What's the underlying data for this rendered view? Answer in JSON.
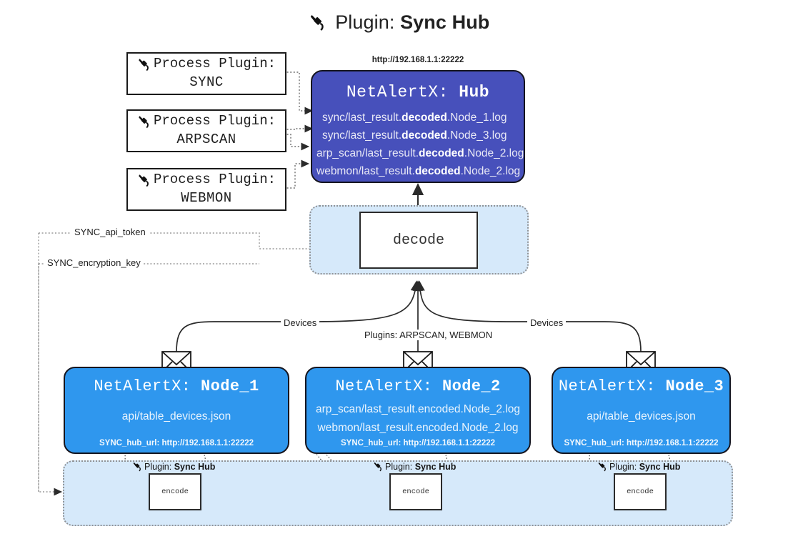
{
  "page": {
    "title_prefix": "Plugin:",
    "title_main": "Sync Hub",
    "plug_icon": "plug-icon"
  },
  "process_plugins": [
    {
      "line1": "Process Plugin:",
      "line2": "SYNC"
    },
    {
      "line1": "Process Plugin:",
      "line2": "ARPSCAN"
    },
    {
      "line1": "Process Plugin:",
      "line2": "WEBMON"
    }
  ],
  "hub": {
    "url_caption": "http://192.168.1.1:22222",
    "title_prefix": "NetAlertX:",
    "title_name": "Hub",
    "rows": [
      {
        "pre": "sync/last_result.",
        "mid": "decoded",
        "post": ".Node_1.log"
      },
      {
        "pre": "sync/last_result.",
        "mid": "decoded",
        "post": ".Node_3.log"
      },
      {
        "pre": "arp_scan/last_result.",
        "mid": "decoded",
        "post": ".Node_2.log"
      },
      {
        "pre": "webmon/last_result.",
        "mid": "decoded",
        "post": ".Node_2.log"
      }
    ]
  },
  "decode_area": {
    "box_label": "decode"
  },
  "secrets": [
    {
      "label": "SYNC_api_token"
    },
    {
      "label": "SYNC_encryption_key"
    }
  ],
  "edge_labels": {
    "devices_left": "Devices",
    "devices_right": "Devices",
    "plugins_middle": "Plugins: ARPSCAN, WEBMON"
  },
  "nodes": [
    {
      "title_prefix": "NetAlertX:",
      "title_name": "Node_1",
      "lines": [
        "api/table_devices.json"
      ],
      "hub_url": "SYNC_hub_url: http://192.168.1.1:22222",
      "envelope_icon": "envelope-icon"
    },
    {
      "title_prefix": "NetAlertX:",
      "title_name": "Node_2",
      "lines": [
        "arp_scan/last_result.encoded.Node_2.log",
        "webmon/last_result.encoded.Node_2.log"
      ],
      "hub_url": "SYNC_hub_url: http://192.168.1.1:22222",
      "envelope_icon": "envelope-icon"
    },
    {
      "title_prefix": "NetAlertX:",
      "title_name": "Node_3",
      "lines": [
        "api/table_devices.json"
      ],
      "hub_url": "SYNC_hub_url: http://192.168.1.1:22222",
      "envelope_icon": "envelope-icon"
    }
  ],
  "encoders": [
    {
      "plugin_prefix": "Plugin:",
      "plugin_name": "Sync Hub",
      "box_label": "encode"
    },
    {
      "plugin_prefix": "Plugin:",
      "plugin_name": "Sync Hub",
      "box_label": "encode"
    },
    {
      "plugin_prefix": "Plugin:",
      "plugin_name": "Sync Hub",
      "box_label": "encode"
    }
  ],
  "colors": {
    "hub_blue": "#4750bb",
    "node_blue": "#2f97ee",
    "container_blue": "#d6e9fa",
    "outline": "#15151f"
  }
}
